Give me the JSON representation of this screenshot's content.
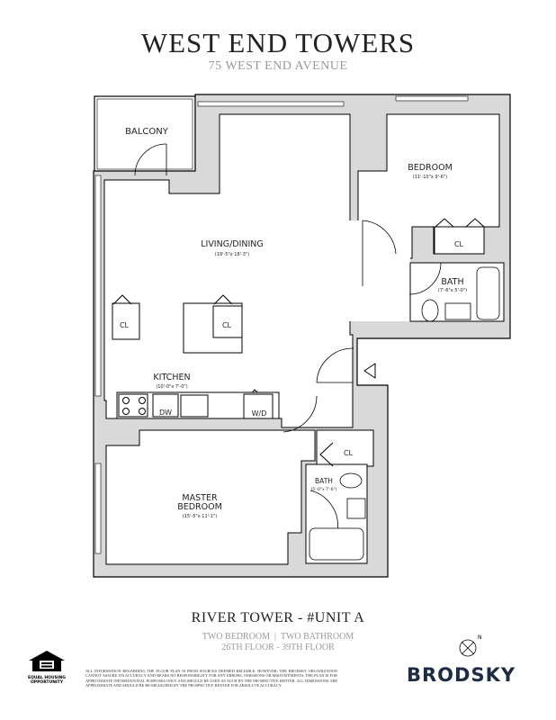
{
  "header": {
    "title": "WEST END TOWERS",
    "subtitle": "75 WEST END AVENUE"
  },
  "rooms": {
    "balcony": {
      "name": "BALCONY"
    },
    "living": {
      "name": "LIVING/DINING",
      "dims": "(19'-5\"x 18'-3\")"
    },
    "bedroom": {
      "name": "BEDROOM",
      "dims": "(11'-10\"x 9'-6\")"
    },
    "bath1": {
      "name": "BATH",
      "dims": "(7'-6\"x 5'-0\")"
    },
    "kitchen": {
      "name": "KITCHEN",
      "dims": "(10'-0\"x 7'-0\")"
    },
    "master": {
      "name_line1": "MASTER",
      "name_line2": "BEDROOM",
      "dims": "(15'-5\"x 11'-1\")"
    },
    "bath2": {
      "name": "BATH",
      "dims": "(5'-0\"x 7'-6\")"
    },
    "closet_label": "CL",
    "dishwasher": "DW",
    "washer_dryer": "W/D"
  },
  "footer": {
    "unit": "RIVER TOWER - #UNIT A",
    "beds": "TWO BEDROOM  |  TWO BATHROOM",
    "floors": "26TH FLOOR - 39TH FLOOR",
    "disclaimer": "ALL INFORMATION REGARDING THE FLOOR PLAN IS FROM SOURCES DEEMED RELIABLE. HOWEVER, THE BRODSKY ORGANIZATION CANNOT ASSURE ITS ACCURACY AND BEARS NO RESPONSIBILITY FOR ANY ERRORS, OMISSIONS OR MISSTATEMENTS. THE PLAN IS FOR APPROXIMATE INFORMATIONAL PURPOSES ONLY AND SHOULD BE USED AS SUCH BY THE PROSPECTIVE RENTER. ALL DIMENSIONS ARE APPROXIMATE AND SHOULD BE RE-MEASURED BY THE PROSPECTIVE RENTER FOR ABSOLUTE ACCURACY.",
    "eho_line1": "EQUAL HOUSING",
    "eho_line2": "OPPORTUNITY",
    "brand": "BRODSKY",
    "compass": "N",
    "brand_color": "#1d2b45"
  }
}
